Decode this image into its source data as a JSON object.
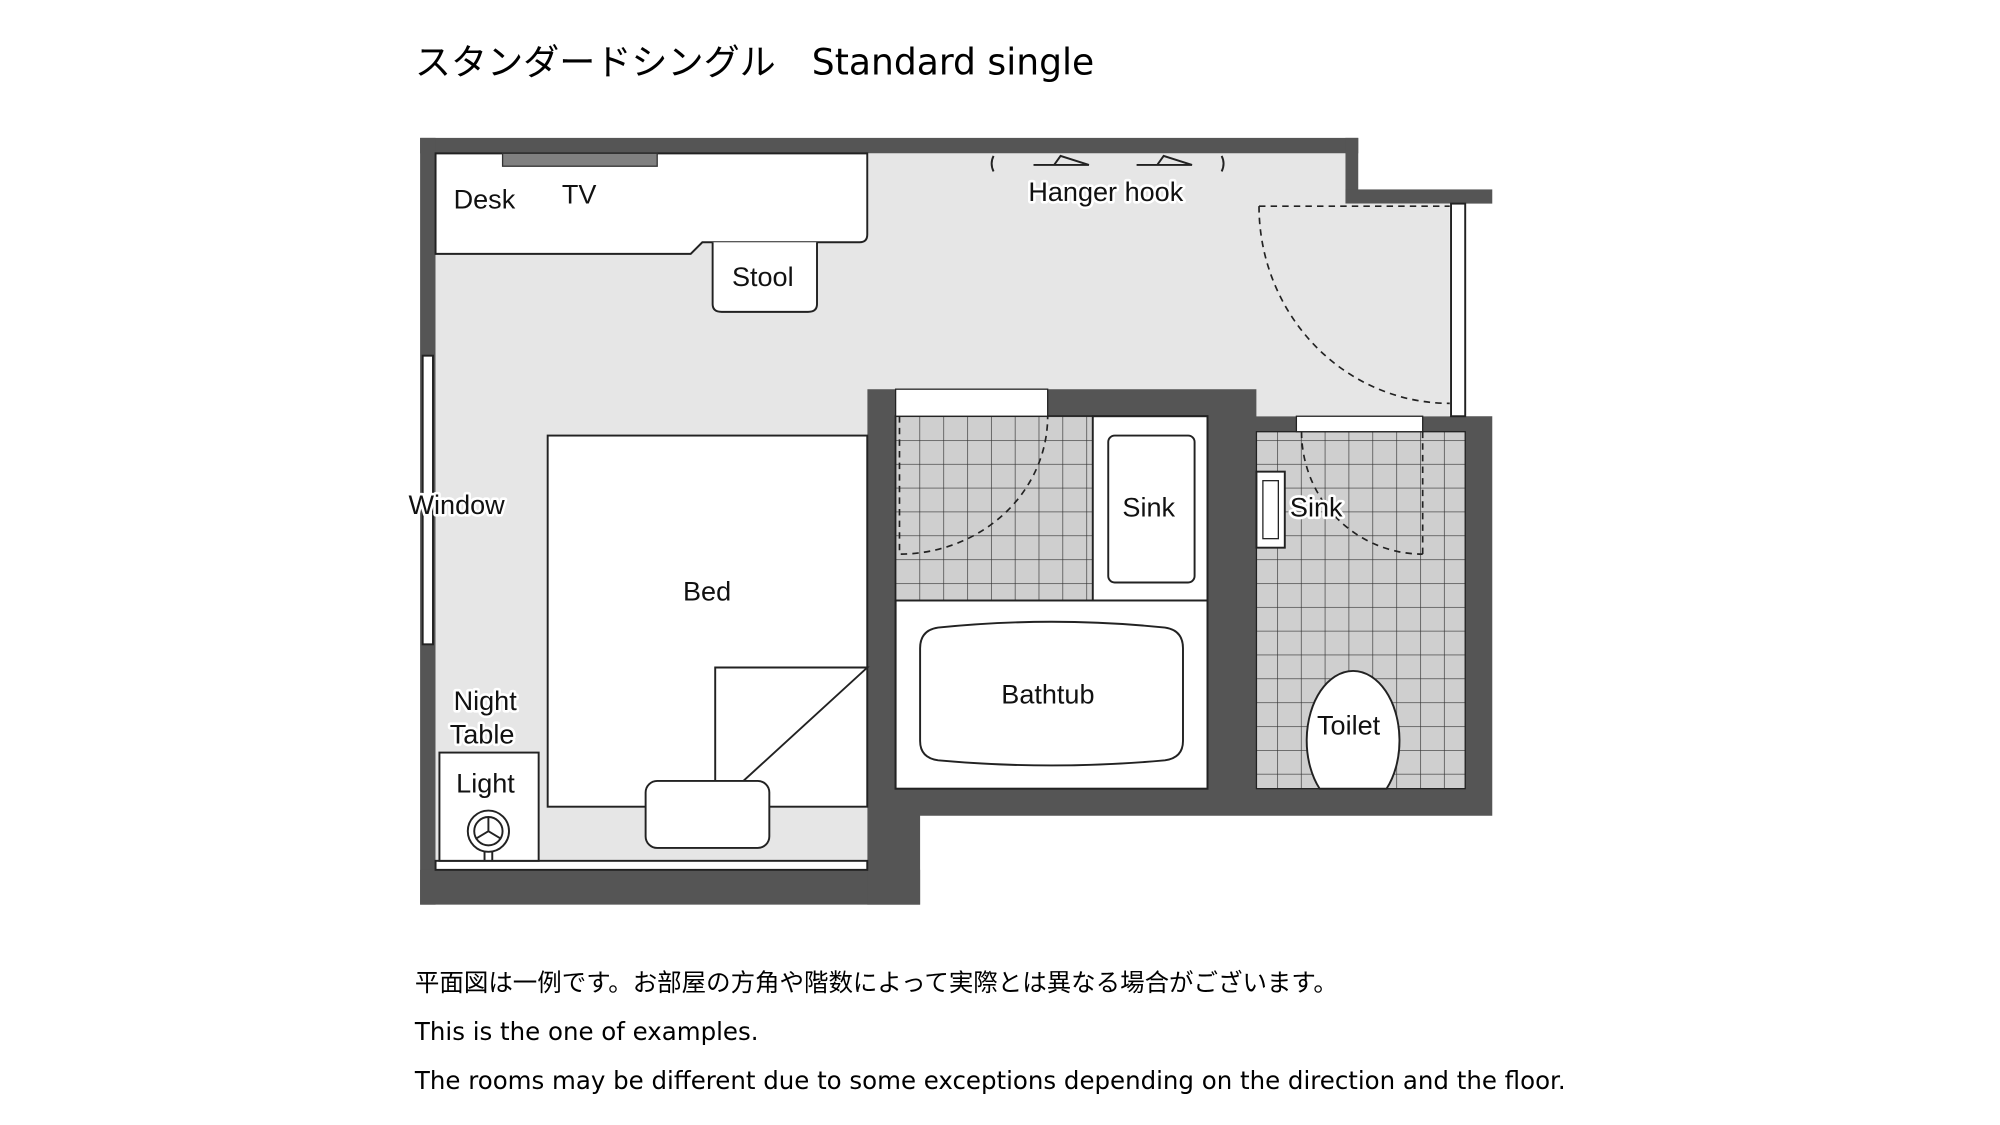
{
  "title": "スタンダードシングル　Standard single",
  "labels": {
    "desk": "Desk",
    "tv": "TV",
    "stool": "Stool",
    "hanger_hook": "Hanger hook",
    "window": "Window",
    "bed": "Bed",
    "night": "Night",
    "table": "Table",
    "light": "Light",
    "sink_bath": "Sink",
    "sink_toilet": "Sink",
    "bathtub": "Bathtub",
    "toilet": "Toilet"
  },
  "notes": [
    "平面図は一例です。お部屋の方角や階数によって実際とは異なる場合がございます。",
    "This is the one of examples.",
    "The rooms may be different due to some exceptions depending on the direction and the floor."
  ],
  "colors": {
    "wall": "#555555",
    "floor": "#e6e6e6",
    "tile": "#cfcfcf",
    "tv": "#808080"
  }
}
